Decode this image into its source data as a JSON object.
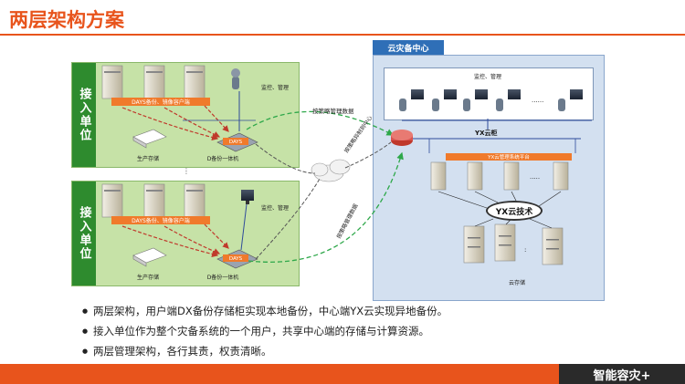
{
  "title": "两层架构方案",
  "sites": [
    {
      "label": "接入单位",
      "backup_bar": "DAYS备份、镜像容户端",
      "appliance": "DAYS",
      "storage": "生产存储",
      "aio": "D备份一体机",
      "monitor": "监控、管理"
    },
    {
      "label": "接入单位",
      "backup_bar": "DAYS备份、镜像容户端",
      "appliance": "DAYS",
      "storage": "生产存储",
      "aio": "D备份一体机",
      "monitor": "监控、管理"
    }
  ],
  "datacenter": {
    "title": "云灾备中心",
    "monitor": "监控、管理",
    "ellipsis": "......",
    "cabinet": "YX云柜",
    "mgmt_bar": "YX云管理系统平台",
    "tech": "YX云技术",
    "storage": "云存储"
  },
  "links": {
    "top": "按策略管理数据",
    "middle": "按策略异制到中心",
    "bottom": "按策略管理数据"
  },
  "bullets": [
    "两层架构，用户端DX备份存储柜实现本地备份，中心端YX云实现异地备份。",
    "接入单位作为整个灾备系统的一个用户，共享中心端的存储与计算资源。",
    "两层管理架构，各行其责，权责清晰。"
  ],
  "footer": "智能容灾+",
  "colors": {
    "accent": "#e8541c",
    "site_bg": "#c6e2a7",
    "site_label": "#2e8b2e",
    "dc_bg": "#d3e0f0",
    "dc_title": "#2f6fb7"
  }
}
